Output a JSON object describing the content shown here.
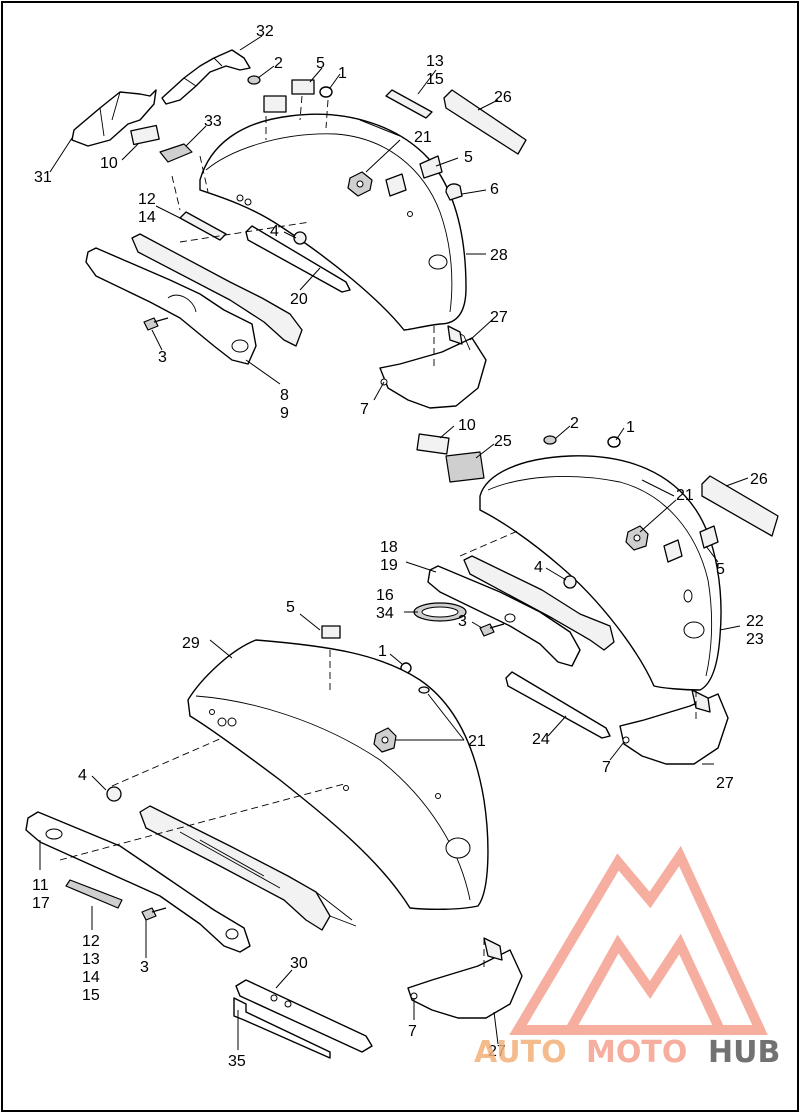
{
  "callouts": [
    {
      "id": "c32",
      "text": "32"
    },
    {
      "id": "c2a",
      "text": "2"
    },
    {
      "id": "c5a",
      "text": "5"
    },
    {
      "id": "c1a",
      "text": "1"
    },
    {
      "id": "c13a",
      "text": "13"
    },
    {
      "id": "c15a",
      "text": "15"
    },
    {
      "id": "c26a",
      "text": "26"
    },
    {
      "id": "c33",
      "text": "33"
    },
    {
      "id": "c21a",
      "text": "21"
    },
    {
      "id": "c10a",
      "text": "10"
    },
    {
      "id": "c31",
      "text": "31"
    },
    {
      "id": "c5b",
      "text": "5"
    },
    {
      "id": "c6",
      "text": "6"
    },
    {
      "id": "c12a",
      "text": "12"
    },
    {
      "id": "c14a",
      "text": "14"
    },
    {
      "id": "c4a",
      "text": "4"
    },
    {
      "id": "c28",
      "text": "28"
    },
    {
      "id": "c20",
      "text": "20"
    },
    {
      "id": "c27a",
      "text": "27"
    },
    {
      "id": "c3a",
      "text": "3"
    },
    {
      "id": "c8",
      "text": "8"
    },
    {
      "id": "c9",
      "text": "9"
    },
    {
      "id": "c7a",
      "text": "7"
    },
    {
      "id": "c10b",
      "text": "10"
    },
    {
      "id": "c2b",
      "text": "2"
    },
    {
      "id": "c1b",
      "text": "1"
    },
    {
      "id": "c25",
      "text": "25"
    },
    {
      "id": "c26b",
      "text": "26"
    },
    {
      "id": "c21b",
      "text": "21"
    },
    {
      "id": "c18",
      "text": "18"
    },
    {
      "id": "c19",
      "text": "19"
    },
    {
      "id": "c4b",
      "text": "4"
    },
    {
      "id": "c5c",
      "text": "5"
    },
    {
      "id": "c16",
      "text": "16"
    },
    {
      "id": "c34",
      "text": "34"
    },
    {
      "id": "c3b",
      "text": "3"
    },
    {
      "id": "c22",
      "text": "22"
    },
    {
      "id": "c23",
      "text": "23"
    },
    {
      "id": "c5d",
      "text": "5"
    },
    {
      "id": "c29",
      "text": "29"
    },
    {
      "id": "c1c",
      "text": "1"
    },
    {
      "id": "c24",
      "text": "24"
    },
    {
      "id": "c21c",
      "text": "21"
    },
    {
      "id": "c7b",
      "text": "7"
    },
    {
      "id": "c27b",
      "text": "27"
    },
    {
      "id": "c4c",
      "text": "4"
    },
    {
      "id": "c11",
      "text": "11"
    },
    {
      "id": "c17",
      "text": "17"
    },
    {
      "id": "c12b",
      "text": "12"
    },
    {
      "id": "c13b",
      "text": "13"
    },
    {
      "id": "c14b",
      "text": "14"
    },
    {
      "id": "c15b",
      "text": "15"
    },
    {
      "id": "c3c",
      "text": "3"
    },
    {
      "id": "c30",
      "text": "30"
    },
    {
      "id": "c35",
      "text": "35"
    },
    {
      "id": "c7c",
      "text": "7"
    },
    {
      "id": "c27c",
      "text": "27"
    }
  ],
  "watermark": {
    "part1": "AUTO",
    "part2": "MOTO",
    "part3": "HUB",
    "color_primary": "#f5a08f",
    "color_secondary": "#f3b07a",
    "color_dark": "#5a5a5a"
  }
}
